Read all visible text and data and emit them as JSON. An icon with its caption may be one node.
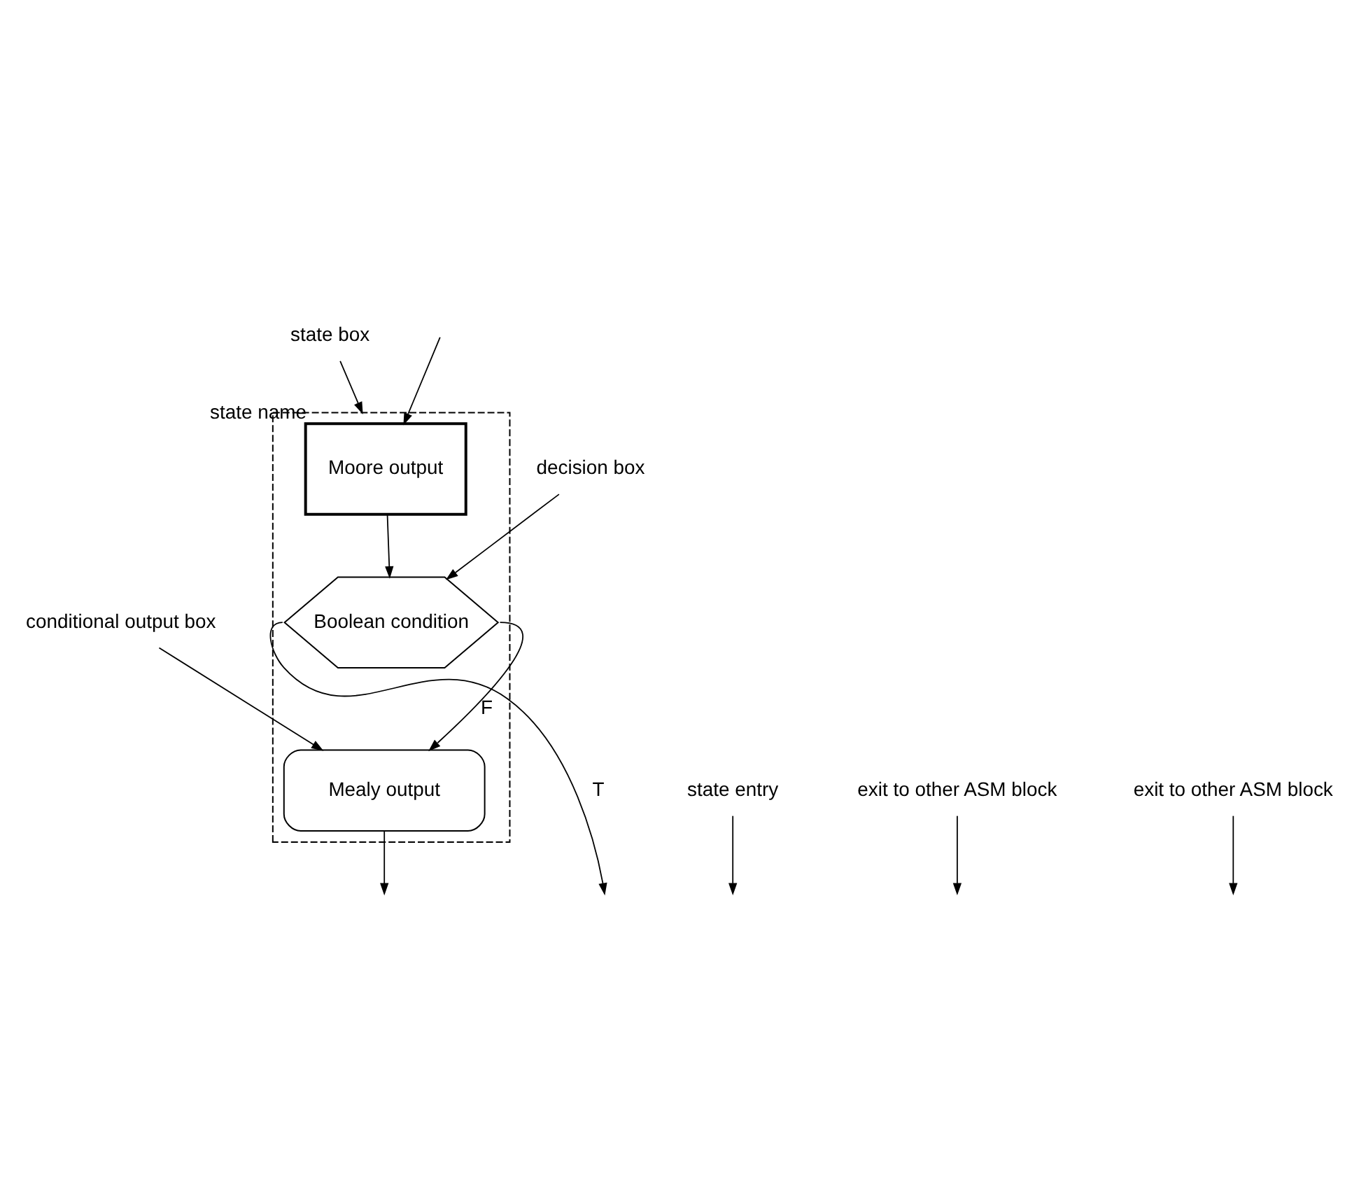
{
  "diagram": {
    "nodes": [
      {
        "text": [],
        "shape": "box"
      },
      {
        "text": [
          "Moore output"
        ],
        "beside": [
          "state name"
        ],
        "in": 0
      },
      {
        "text": [
          "Boolean condition"
        ],
        "in": 0
      },
      {
        "text": [
          "Mealy output"
        ],
        "in": 0
      },
      {
        "text": [
          "state entry"
        ]
      },
      {
        "text": [
          "state box"
        ]
      },
      {
        "text": [
          "decision box"
        ]
      },
      {
        "text": [
          "conditional output box"
        ]
      },
      {
        "text": [
          "exit to other ASM block"
        ]
      },
      {
        "text": [
          "exit to other ASM block"
        ]
      }
    ],
    "edges": [
      {
        "from": null,
        "to": 1,
        "arrow": "to"
      },
      {
        "from": 1,
        "to": 2,
        "arrow": "to"
      },
      {
        "from": 2,
        "to": null,
        "label": "T",
        "arrow": "to"
      },
      {
        "from": 2,
        "to": 3,
        "label": "F",
        "arrow": "to"
      },
      {
        "from": 3,
        "to": null,
        "arrow": "to"
      },
      {
        "from": 4,
        "to": null,
        "arrow": "to"
      },
      {
        "from": 5,
        "to": 0,
        "arrow": "to"
      },
      {
        "from": 6,
        "to": 2,
        "arrow": "to"
      },
      {
        "from": 7,
        "to": 3,
        "arrow": "to"
      },
      {
        "from": 8,
        "to": null,
        "arrow": "to"
      },
      {
        "from": 9,
        "to": null,
        "arrow": "to"
      }
    ]
  }
}
